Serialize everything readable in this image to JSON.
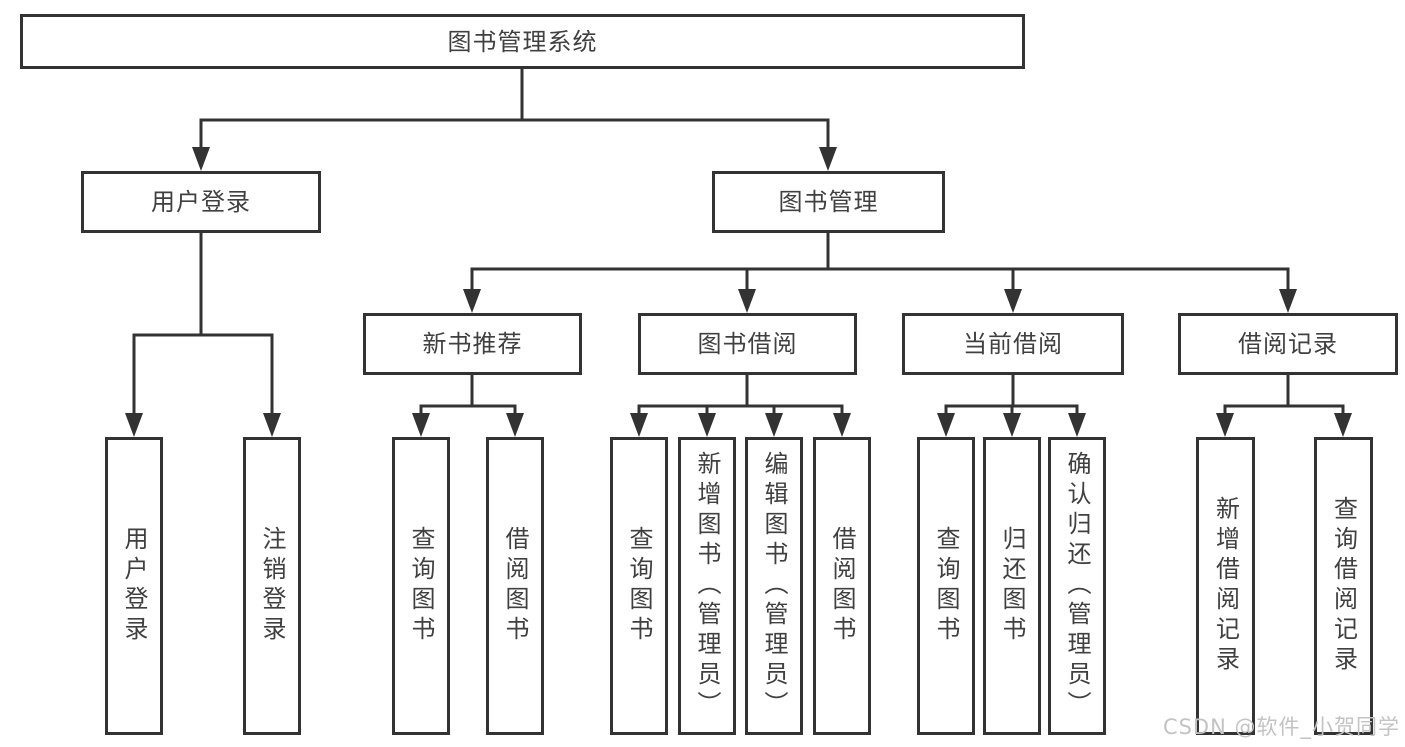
{
  "diagram_title": "图书管理系统",
  "nodes": {
    "root": "图书管理系统",
    "user_login": "用户登录",
    "book_mgmt": "图书管理",
    "new_book_rec": "新书推荐",
    "book_borrow": "图书借阅",
    "current_borrow": "当前借阅",
    "borrow_records": "借阅记录",
    "leaf_user_login": "用户登录",
    "leaf_logout": "注销登录",
    "leaf_query_book_1": "查询图书",
    "leaf_borrow_book_1": "借阅图书",
    "leaf_query_book_2": "查询图书",
    "leaf_add_book": "新增图书（管理员）",
    "leaf_edit_book": "编辑图书（管理员）",
    "leaf_borrow_book_2": "借阅图书",
    "leaf_query_book_3": "查询图书",
    "leaf_return_book": "归还图书",
    "leaf_confirm_return": "确认归还（管理员）",
    "leaf_add_record": "新增借阅记录",
    "leaf_query_record": "查询借阅记录"
  },
  "hierarchy": {
    "图书管理系统": {
      "用户登录": [
        "用户登录",
        "注销登录"
      ],
      "图书管理": {
        "新书推荐": [
          "查询图书",
          "借阅图书"
        ],
        "图书借阅": [
          "查询图书",
          "新增图书（管理员）",
          "编辑图书（管理员）",
          "借阅图书"
        ],
        "当前借阅": [
          "查询图书",
          "归还图书",
          "确认归还（管理员）"
        ],
        "借阅记录": [
          "新增借阅记录",
          "查询借阅记录"
        ]
      }
    }
  },
  "watermark": "CSDN @软件_小贺同学",
  "colors": {
    "line": "#333333",
    "text": "#404040",
    "watermark": "#c3c3c3",
    "background": "#ffffff"
  }
}
